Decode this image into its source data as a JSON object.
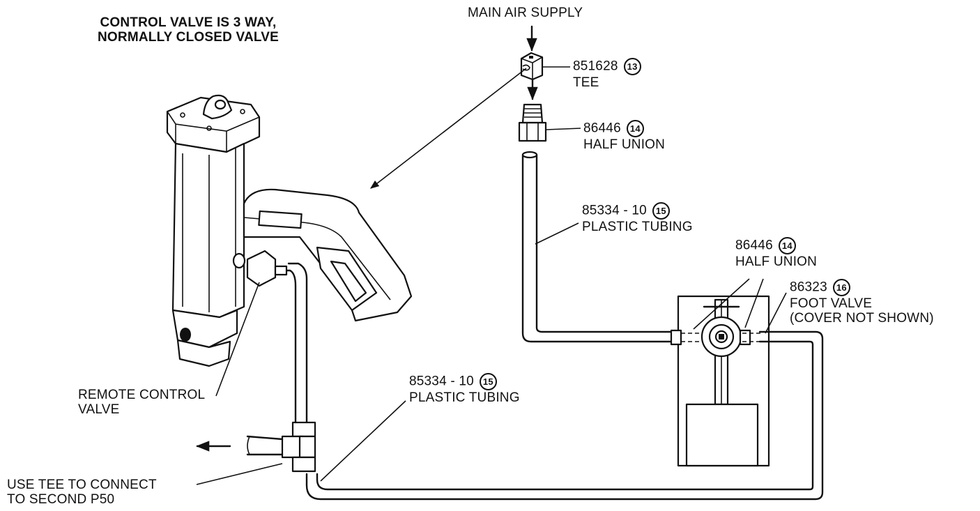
{
  "header": {
    "line1": "CONTROL VALVE IS 3 WAY,",
    "line2": "NORMALLY CLOSED VALVE"
  },
  "callouts": {
    "main_air": "MAIN AIR SUPPLY",
    "tee_top": {
      "part": "851628",
      "num": "13",
      "name": "TEE"
    },
    "half_union_top": {
      "part": "86446",
      "num": "14",
      "name": "HALF UNION"
    },
    "tubing_right": {
      "part": "85334 - 10",
      "num": "15",
      "name": "PLASTIC TUBING"
    },
    "half_union_right": {
      "part": "86446",
      "num": "14",
      "name": "HALF UNION"
    },
    "foot_valve": {
      "part": "86323",
      "num": "16",
      "name": "FOOT VALVE",
      "note": "(COVER NOT SHOWN)"
    },
    "tubing_bottom": {
      "part": "85334 - 10",
      "num": "15",
      "name": "PLASTIC TUBING"
    },
    "remote_valve": {
      "line1": "REMOTE CONTROL",
      "line2": "VALVE"
    },
    "use_tee": {
      "line1": "USE TEE TO CONNECT",
      "line2": "TO SECOND P50"
    }
  }
}
